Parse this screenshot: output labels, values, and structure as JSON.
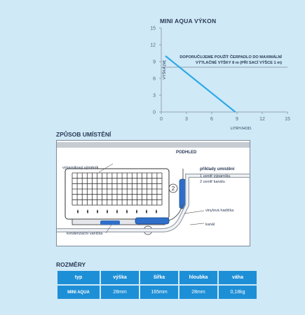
{
  "chart_data": {
    "type": "line",
    "title": "MINI AQUA VÝKON",
    "xlabel": "LITRY/HOD.",
    "ylabel": "VÝŠKA [M]",
    "xlim": [
      0,
      15
    ],
    "ylim": [
      0,
      15
    ],
    "x_ticks": [
      0,
      3,
      6,
      9,
      12,
      15
    ],
    "y_ticks": [
      0,
      3,
      6,
      9,
      12,
      15
    ],
    "grid": false,
    "series": [
      {
        "x": [
          0.5,
          8.8
        ],
        "y": [
          10,
          0
        ]
      }
    ],
    "reference_line": {
      "y": 8
    },
    "annotation": {
      "line1": "DOPORUČUJEME POUŽÍT ČERPADLO DO MAXIMÁLNÍ",
      "line2": "VÝTLAČNÉ VÝŠKY 8 m (PŘI SACÍ VÝŠCE 1 m)"
    }
  },
  "placement": {
    "title": "ZPŮSOB UMÍSTĚNÍ",
    "labels": {
      "top_view": "PODHLED",
      "evaporator": "výparníkový výměník",
      "tray": "kondenzační vanička",
      "examples": "příklady umístění",
      "option1": "1 uvnitř výparníku",
      "option2": "2 uvnitř kanálu",
      "hose": "vinylová hadička",
      "channel": "kanál",
      "num1": "1",
      "num2": "2"
    }
  },
  "dimensions": {
    "title": "ROZMĚRY",
    "headers": [
      "typ",
      "výška",
      "šířka",
      "hloubka",
      "váha"
    ],
    "row": [
      "MINI AQUA",
      "28mm",
      "165mm",
      "28mm",
      "0,18kg"
    ]
  },
  "colors": {
    "background": "#cfe9f7",
    "table_blue": "#1d8fd6",
    "line": "#2fa9e6",
    "text_dark": "#2b3a55",
    "pump_blue": "#2f6fc9"
  }
}
